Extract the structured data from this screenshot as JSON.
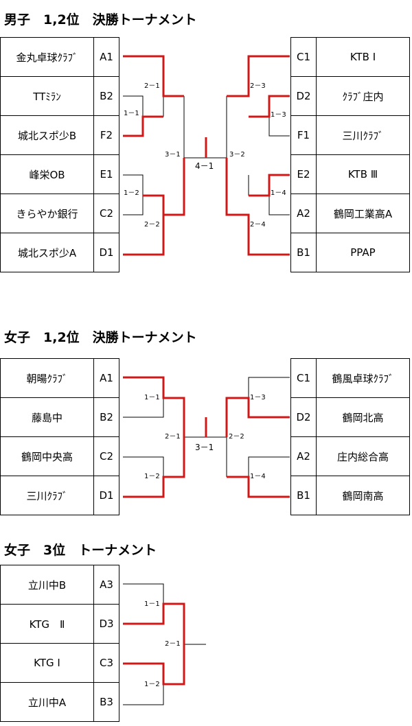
{
  "sections": {
    "boys": {
      "title": "男子　1,2位　決勝トーナメント",
      "left": [
        {
          "name": "金丸卓球ｸﾗﾌﾞ",
          "code": "A1"
        },
        {
          "name": "TTﾐﾗﾝ",
          "code": "B2"
        },
        {
          "name": "城北スポ少B",
          "code": "F2"
        },
        {
          "name": "峰栄OB",
          "code": "E1"
        },
        {
          "name": "きらやか銀行",
          "code": "C2"
        },
        {
          "name": "城北スポ少A",
          "code": "D1"
        }
      ],
      "right": [
        {
          "code": "C1",
          "name": "KTB Ⅰ"
        },
        {
          "code": "D2",
          "name": "ｸﾗﾌﾞ庄内"
        },
        {
          "code": "F1",
          "name": "三川ｸﾗﾌﾞ"
        },
        {
          "code": "E2",
          "name": "KTB Ⅲ"
        },
        {
          "code": "A2",
          "name": "鶴岡工業高A"
        },
        {
          "code": "B1",
          "name": "PPAP"
        }
      ],
      "matches": [
        "2－1",
        "1－1",
        "3－1",
        "1－2",
        "2－2",
        "4－1",
        "3－2",
        "2－3",
        "1－3",
        "1－4",
        "2－4"
      ]
    },
    "girls": {
      "title": "女子　1,2位　決勝トーナメント",
      "left": [
        {
          "name": "朝暘ｸﾗﾌﾞ",
          "code": "A1"
        },
        {
          "name": "藤島中",
          "code": "B2"
        },
        {
          "name": "鶴岡中央高",
          "code": "C2"
        },
        {
          "name": "三川ｸﾗﾌﾞ",
          "code": "D1"
        }
      ],
      "right": [
        {
          "code": "C1",
          "name": "鶴風卓球ｸﾗﾌﾞ"
        },
        {
          "code": "D2",
          "name": "鶴岡北高"
        },
        {
          "code": "A2",
          "name": "庄内総合高"
        },
        {
          "code": "B1",
          "name": "鶴岡南高"
        }
      ],
      "matches": [
        "1－1",
        "1－2",
        "2－1",
        "3－1",
        "2－2",
        "1－3",
        "1－4"
      ]
    },
    "girls3": {
      "title": "女子　3位　トーナメント",
      "left": [
        {
          "name": "立川中B",
          "code": "A3"
        },
        {
          "name": "KTG　Ⅱ",
          "code": "D3"
        },
        {
          "name": "KTG Ⅰ",
          "code": "C3"
        },
        {
          "name": "立川中A",
          "code": "B3"
        }
      ],
      "matches": [
        "1－1",
        "1－2",
        "2－1"
      ]
    }
  },
  "colors": {
    "winner_line": "#d01818",
    "line": "#000000"
  }
}
